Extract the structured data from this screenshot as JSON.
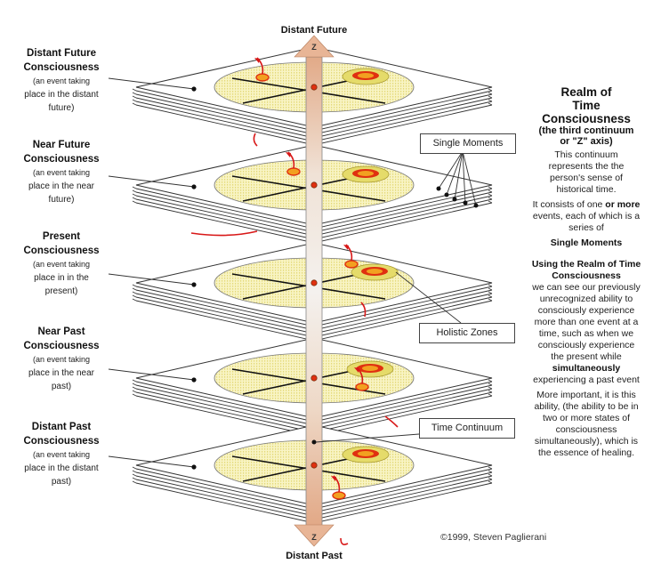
{
  "axis": {
    "top_label": "Distant Future",
    "bottom_label": "Distant Past",
    "axis_letter": "Z",
    "arrow_color": "#e8b596",
    "arrow_dark": "#c98a66"
  },
  "layers": [
    {
      "title_line1": "Distant Future",
      "title_line2": "Consciousness",
      "sub_line1": "(an event taking",
      "sub_line2": "place in the distant",
      "sub_line3": "future)"
    },
    {
      "title_line1": "Near Future",
      "title_line2": "Consciousness",
      "sub_line1": "(an event taking",
      "sub_line2": "place in the near",
      "sub_line3": "future)"
    },
    {
      "title_line1": "Present",
      "title_line2": "Consciousness",
      "sub_line1": "(an event taking",
      "sub_line2": "place in in the",
      "sub_line3": "present)"
    },
    {
      "title_line1": "Near Past",
      "title_line2": "Consciousness",
      "sub_line1": "(an event taking",
      "sub_line2": "place in the near",
      "sub_line3": "past)"
    },
    {
      "title_line1": "Distant Past",
      "title_line2": "Consciousness",
      "sub_line1": "(an event taking",
      "sub_line2": "place in the distant",
      "sub_line3": "past)"
    }
  ],
  "callouts": {
    "single_moments": "Single Moments",
    "holistic_zones": "Holistic Zones",
    "time_continuum": "Time Continuum"
  },
  "sidebar": {
    "heading_line1": "Realm of",
    "heading_line2": "Time",
    "heading_line3": "Consciousness",
    "subheading_line1": "(the third continuum",
    "subheading_line2": "or  \"Z\" axis)",
    "p1": "This continuum represents the the person's sense of historical time.",
    "p2_a": "It consists of one ",
    "p2_b1": "or",
    "p2_b2": "more",
    "p2_c": " events, each of which is a series of",
    "p2_d": "Single Moments",
    "p3_head": "Using the Realm of Time Consciousness",
    "p3_a": "we can see our previously unrecognized ability to consciously experience more than one event at a time, such as when we consciously experience the present while",
    "p3_b": "simultaneously",
    "p3_c": "experiencing a past event",
    "p4": "More important, it is this ability, (the ability to be in two or more states of consciousness simultaneously), which is the essence of healing."
  },
  "copyright": "©1999,  Steven Paglierani",
  "colors": {
    "disc_fill": "#f7f2b8",
    "disc_dot": "#e8df7a",
    "zone_fill": "#e5db6a",
    "event_red": "#e03010",
    "event_orange": "#f2a020",
    "curve_red": "#d81818",
    "line": "#333333"
  }
}
